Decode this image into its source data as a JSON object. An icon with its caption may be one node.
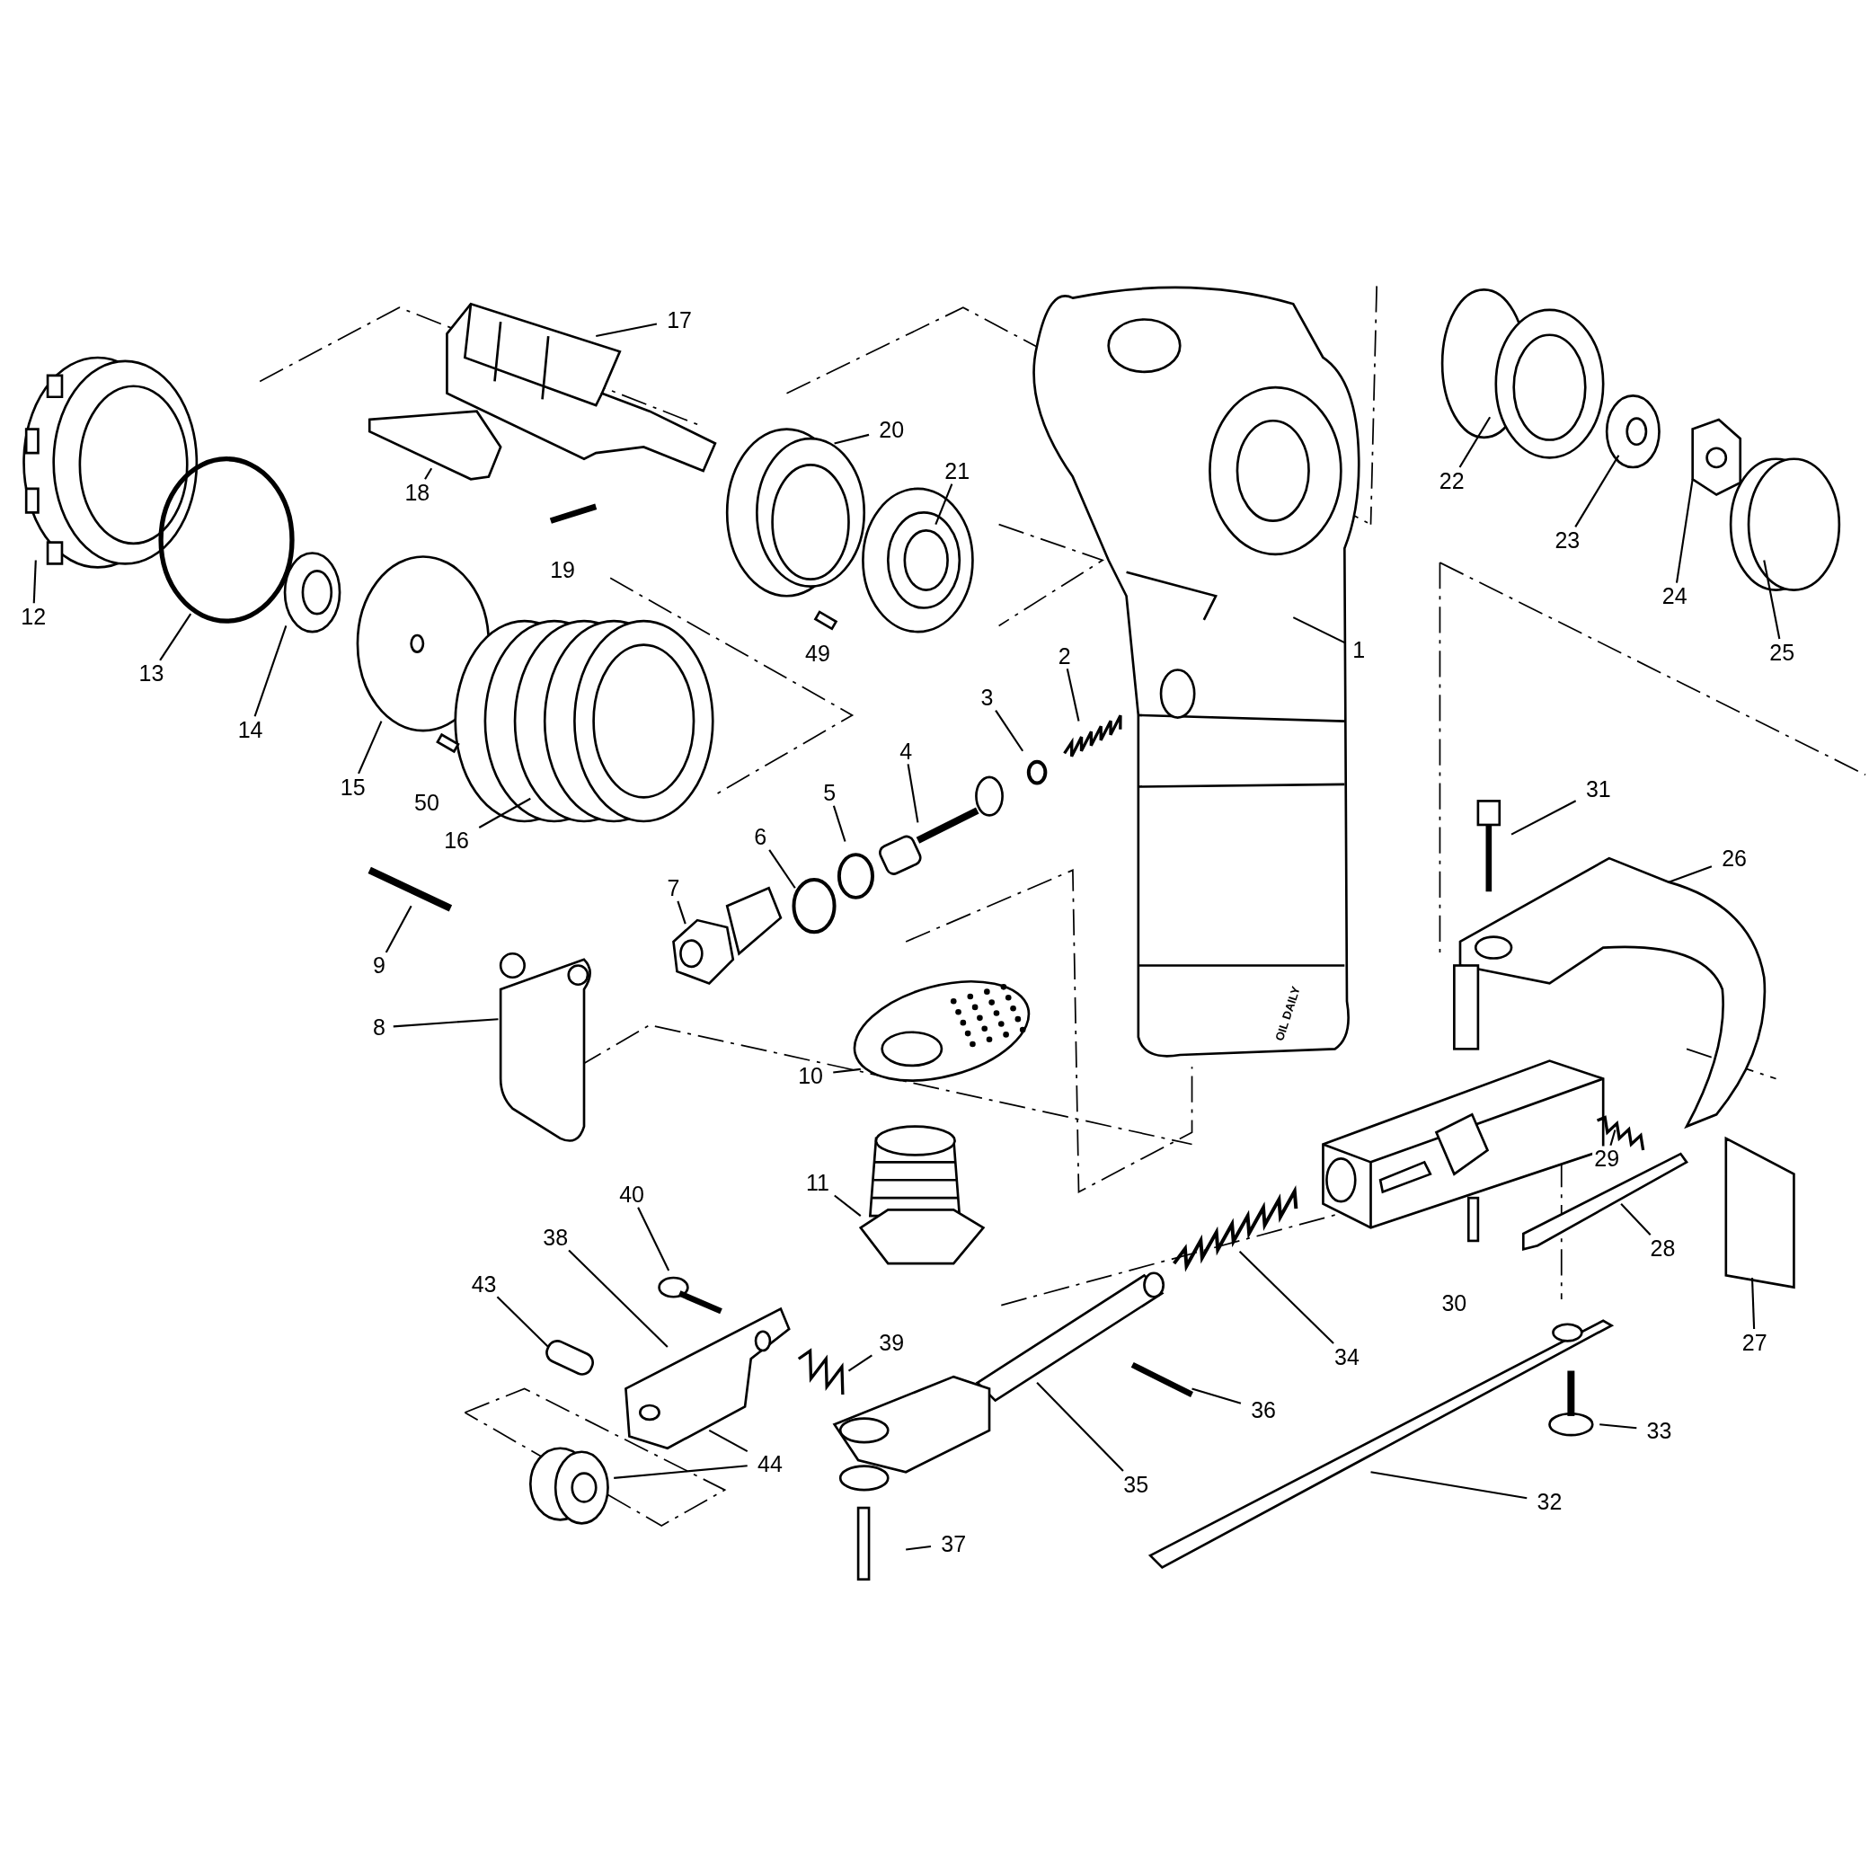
{
  "diagram": {
    "nodes": [
      {
        "text": [
          "1"
        ]
      },
      {
        "text": [
          "2"
        ]
      },
      {
        "text": [
          "3"
        ]
      },
      {
        "text": [
          "4"
        ]
      },
      {
        "text": [
          "5"
        ]
      },
      {
        "text": [
          "6"
        ]
      },
      {
        "text": [
          "7"
        ]
      },
      {
        "text": [
          "8"
        ]
      },
      {
        "text": [
          "9"
        ]
      },
      {
        "text": [
          "10"
        ]
      },
      {
        "text": [
          "11"
        ]
      },
      {
        "text": [
          "12"
        ]
      },
      {
        "text": [
          "13"
        ]
      },
      {
        "text": [
          "14"
        ]
      },
      {
        "text": [
          "15"
        ]
      },
      {
        "text": [
          "16"
        ]
      },
      {
        "text": [
          "17"
        ]
      },
      {
        "text": [
          "18"
        ]
      },
      {
        "text": [
          "20"
        ]
      },
      {
        "text": [
          "21"
        ]
      },
      {
        "text": [
          "22"
        ]
      },
      {
        "text": [
          "23"
        ]
      },
      {
        "text": [
          "24"
        ]
      },
      {
        "text": [
          "25"
        ]
      },
      {
        "text": [
          "26"
        ]
      },
      {
        "text": [
          "27"
        ]
      },
      {
        "text": [
          "28"
        ]
      },
      {
        "text": [
          "29"
        ]
      },
      {
        "text": [
          "31"
        ]
      },
      {
        "text": [
          "32"
        ]
      },
      {
        "text": [
          "33"
        ]
      },
      {
        "text": [
          "34"
        ]
      },
      {
        "text": [
          "35"
        ]
      },
      {
        "text": [
          "36"
        ]
      },
      {
        "text": [
          "37"
        ]
      },
      {
        "text": [
          "38"
        ]
      },
      {
        "text": [
          "39"
        ]
      },
      {
        "text": [
          "40"
        ]
      },
      {
        "text": [
          "43"
        ]
      },
      {
        "text": [
          "44"
        ]
      },
      {
        "text": [
          "19"
        ]
      },
      {
        "text": [
          "49"
        ]
      },
      {
        "text": [
          "50"
        ]
      },
      {
        "text": [
          "30"
        ]
      }
    ],
    "edges": [
      {
        "from": 0,
        "to": null,
        "arrow": "none"
      },
      {
        "from": 1,
        "to": null,
        "arrow": "none"
      },
      {
        "from": 2,
        "to": null,
        "arrow": "none"
      },
      {
        "from": 3,
        "to": null,
        "arrow": "none"
      },
      {
        "from": 4,
        "to": null,
        "arrow": "none"
      },
      {
        "from": 5,
        "to": null,
        "arrow": "none"
      },
      {
        "from": 6,
        "to": null,
        "arrow": "none"
      },
      {
        "from": 7,
        "to": null,
        "arrow": "none"
      },
      {
        "from": 8,
        "to": null,
        "arrow": "none"
      },
      {
        "from": 9,
        "to": null,
        "arrow": "none"
      },
      {
        "from": 10,
        "to": null,
        "arrow": "none"
      },
      {
        "from": 11,
        "to": null,
        "arrow": "none"
      },
      {
        "from": 12,
        "to": null,
        "arrow": "none"
      },
      {
        "from": 13,
        "to": null,
        "arrow": "none"
      },
      {
        "from": 14,
        "to": null,
        "arrow": "none"
      },
      {
        "from": 15,
        "to": null,
        "arrow": "none"
      },
      {
        "from": 16,
        "to": null,
        "arrow": "none"
      },
      {
        "from": 17,
        "to": null,
        "arrow": "none"
      },
      {
        "from": 18,
        "to": null,
        "arrow": "none"
      },
      {
        "from": 19,
        "to": null,
        "arrow": "none"
      },
      {
        "from": 20,
        "to": null,
        "arrow": "none"
      },
      {
        "from": 21,
        "to": null,
        "arrow": "none"
      },
      {
        "from": 22,
        "to": null,
        "arrow": "none"
      },
      {
        "from": 23,
        "to": null,
        "arrow": "none"
      },
      {
        "from": 24,
        "to": null,
        "arrow": "none"
      },
      {
        "from": 25,
        "to": null,
        "arrow": "none"
      },
      {
        "from": 26,
        "to": null,
        "arrow": "none"
      },
      {
        "from": 27,
        "to": null,
        "arrow": "none"
      },
      {
        "from": 28,
        "to": null,
        "arrow": "none"
      },
      {
        "from": 29,
        "to": null,
        "arrow": "none"
      },
      {
        "from": 30,
        "to": null,
        "arrow": "none"
      },
      {
        "from": 31,
        "to": null,
        "arrow": "none"
      },
      {
        "from": 32,
        "to": null,
        "arrow": "none"
      },
      {
        "from": 33,
        "to": null,
        "arrow": "none"
      },
      {
        "from": 34,
        "to": null,
        "arrow": "none"
      },
      {
        "from": 35,
        "to": null,
        "arrow": "none"
      },
      {
        "from": 36,
        "to": null,
        "arrow": "none"
      },
      {
        "from": 37,
        "to": null,
        "arrow": "none"
      },
      {
        "from": 38,
        "to": null,
        "arrow": "none"
      },
      {
        "from": 39,
        "to": null,
        "arrow": "none"
      },
      {
        "from": 39,
        "to": null,
        "arrow": "none"
      }
    ],
    "labels": [
      "OIL DAILY"
    ]
  }
}
